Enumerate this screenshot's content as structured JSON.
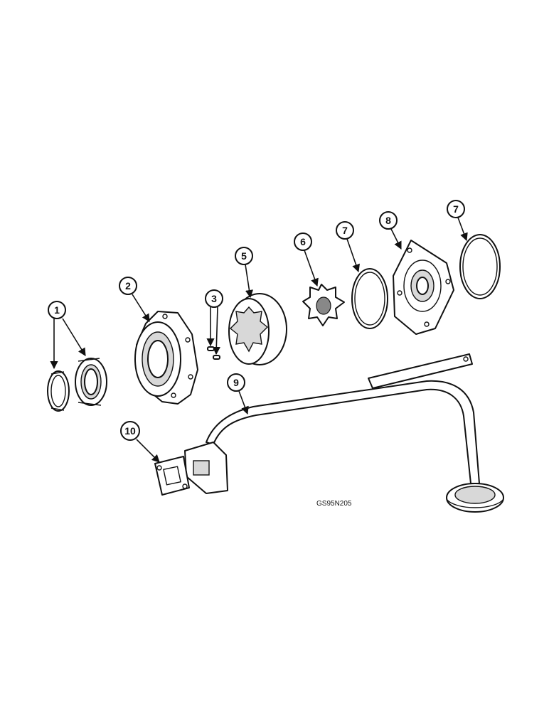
{
  "callouts": {
    "c1": "1",
    "c2": "2",
    "c3": "3",
    "c4": "5",
    "c5": "6",
    "c6": "7",
    "c7": "8",
    "c8": "7",
    "c9": "9",
    "c10": "10"
  },
  "figure_code": "GS95N205"
}
